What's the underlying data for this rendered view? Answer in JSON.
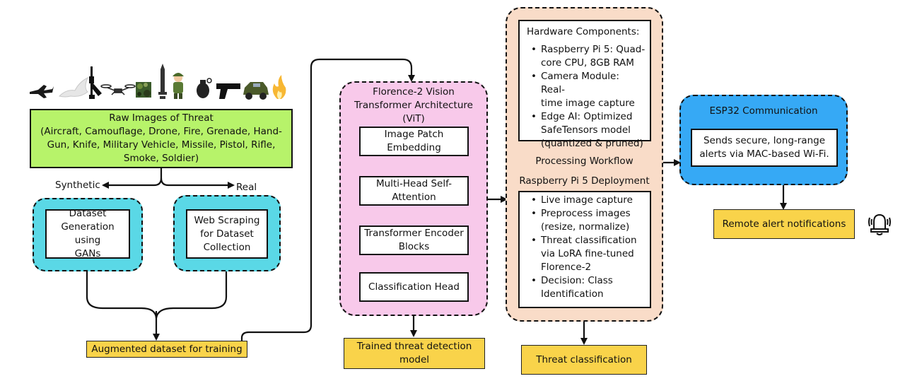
{
  "threat_icons": [
    "jet-icon",
    "dove-icon",
    "rifle-icon",
    "drone-icon",
    "camouflage-icon",
    "missile-icon",
    "soldier-icon",
    "grenade-icon",
    "pistol-icon",
    "military-vehicle-icon",
    "fire-icon"
  ],
  "raw_images": {
    "title": "Raw Images of Threat",
    "lines": [
      "(Aircraft, Camouflage, Drone, Fire, Grenade, Hand-",
      "Gun, Knife, Military Vehicle, Missile, Pistol, Rifle,",
      "Smoke, Soldier)"
    ]
  },
  "split": {
    "synthetic": "Synthetic",
    "real": "Real"
  },
  "gan_box": {
    "lines": [
      "Dataset",
      "Generation using",
      "GANs"
    ]
  },
  "scraping_box": {
    "lines": [
      "Web Scraping",
      "for Dataset",
      "Collection"
    ]
  },
  "augmented": "Augmented dataset for training",
  "florence": {
    "title_lines": [
      "Florence-2 Vision",
      "Transformer Architecture",
      "(ViT)"
    ],
    "blocks": [
      [
        "Image Patch",
        "Embedding"
      ],
      [
        "Multi-Head Self-",
        "Attention"
      ],
      [
        "Transformer Encoder",
        "Blocks"
      ],
      [
        "Classification Head"
      ]
    ]
  },
  "trained_model": [
    "Trained threat detection",
    "model"
  ],
  "hardware": {
    "title": "Hardware Components:",
    "items": [
      [
        "Raspberry Pi 5: Quad-",
        "core CPU, 8GB RAM"
      ],
      [
        "Camera Module: Real-",
        "time image capture"
      ],
      [
        "Edge AI: Optimized",
        "SafeTensors model",
        "(quantized & pruned)"
      ]
    ]
  },
  "workflow": {
    "title": "Processing Workflow",
    "subtitle": "Raspberry Pi 5 Deployment",
    "items": [
      [
        "Live image capture"
      ],
      [
        "Preprocess images",
        "(resize, normalize)"
      ],
      [
        "Threat classification",
        "via LoRA fine-tuned",
        "Florence-2"
      ],
      [
        "Decision: Class",
        "Identification"
      ]
    ]
  },
  "threat_classification": "Threat classification",
  "esp32": {
    "title": "ESP32 Communication",
    "lines": [
      "Sends secure, long-range",
      "alerts via MAC-based Wi-Fi."
    ]
  },
  "remote_alert": "Remote alert notifications",
  "alarm_icon": "alarm-bell-icon"
}
